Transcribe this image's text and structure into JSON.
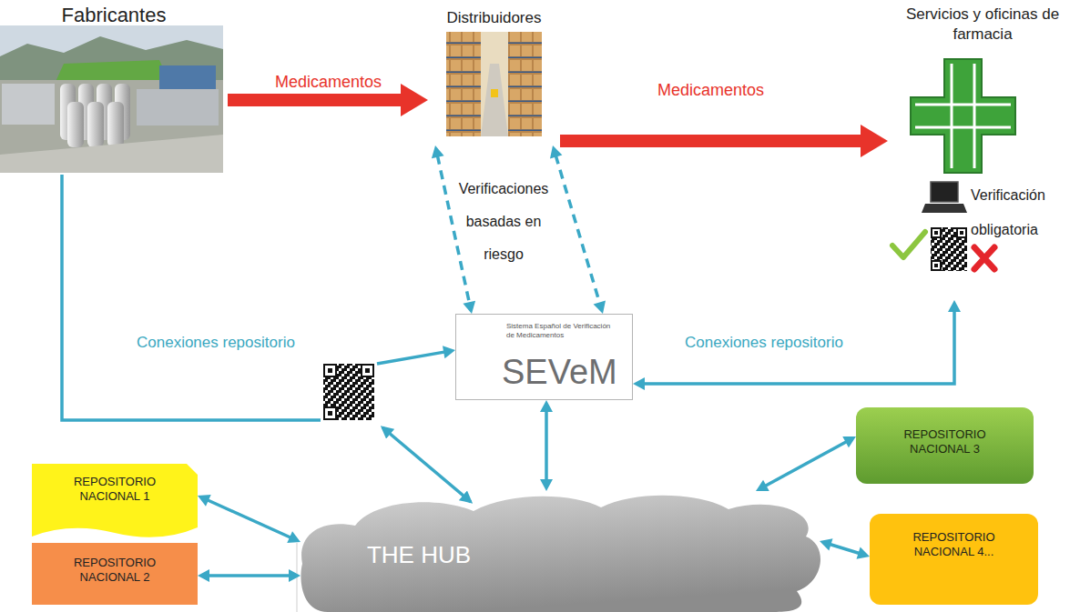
{
  "diagram": {
    "nodes": [
      {
        "text": [
          "Fabricantes"
        ]
      },
      {
        "text": [
          "Distribuidores"
        ]
      },
      {
        "text": [
          "Servicios y oficinas de farmacia"
        ]
      },
      {
        "text": [
          "Sistema Español de Verificación de Medicamentos",
          "SEVeM"
        ]
      },
      {
        "text": [
          "REPOSITORIO NACIONAL 1"
        ]
      },
      {
        "text": [
          "REPOSITORIO NACIONAL 2"
        ]
      },
      {
        "text": [
          "THE HUB"
        ]
      },
      {
        "text": [
          "REPOSITORIO NACIONAL 3"
        ]
      },
      {
        "text": [
          "REPOSITORIO NACIONAL 4..."
        ]
      }
    ],
    "edges": [
      {
        "from": 0,
        "to": 1,
        "arrow": "to",
        "label": "Medicamentos"
      },
      {
        "from": 1,
        "to": 2,
        "arrow": "to",
        "label": "Medicamentos"
      },
      {
        "from": 1,
        "to": 3,
        "arrow": "both"
      },
      {
        "from": 1,
        "to": 3,
        "arrow": "both"
      },
      {
        "from": 0,
        "to": 3,
        "arrow": "to",
        "label": "Conexiones repositorio"
      },
      {
        "from": 3,
        "to": 2,
        "arrow": "both",
        "label": "Conexiones repositorio"
      },
      {
        "from": 3,
        "to": 6,
        "arrow": "both"
      },
      {
        "from": 4,
        "to": 6,
        "arrow": "both"
      },
      {
        "from": 5,
        "to": 6,
        "arrow": "both"
      },
      {
        "from": 7,
        "to": 6,
        "arrow": "both"
      },
      {
        "from": 8,
        "to": 6,
        "arrow": "both"
      }
    ],
    "labels": [
      "Verificaciones basadas en riesgo",
      "Verificación obligatoria"
    ]
  }
}
